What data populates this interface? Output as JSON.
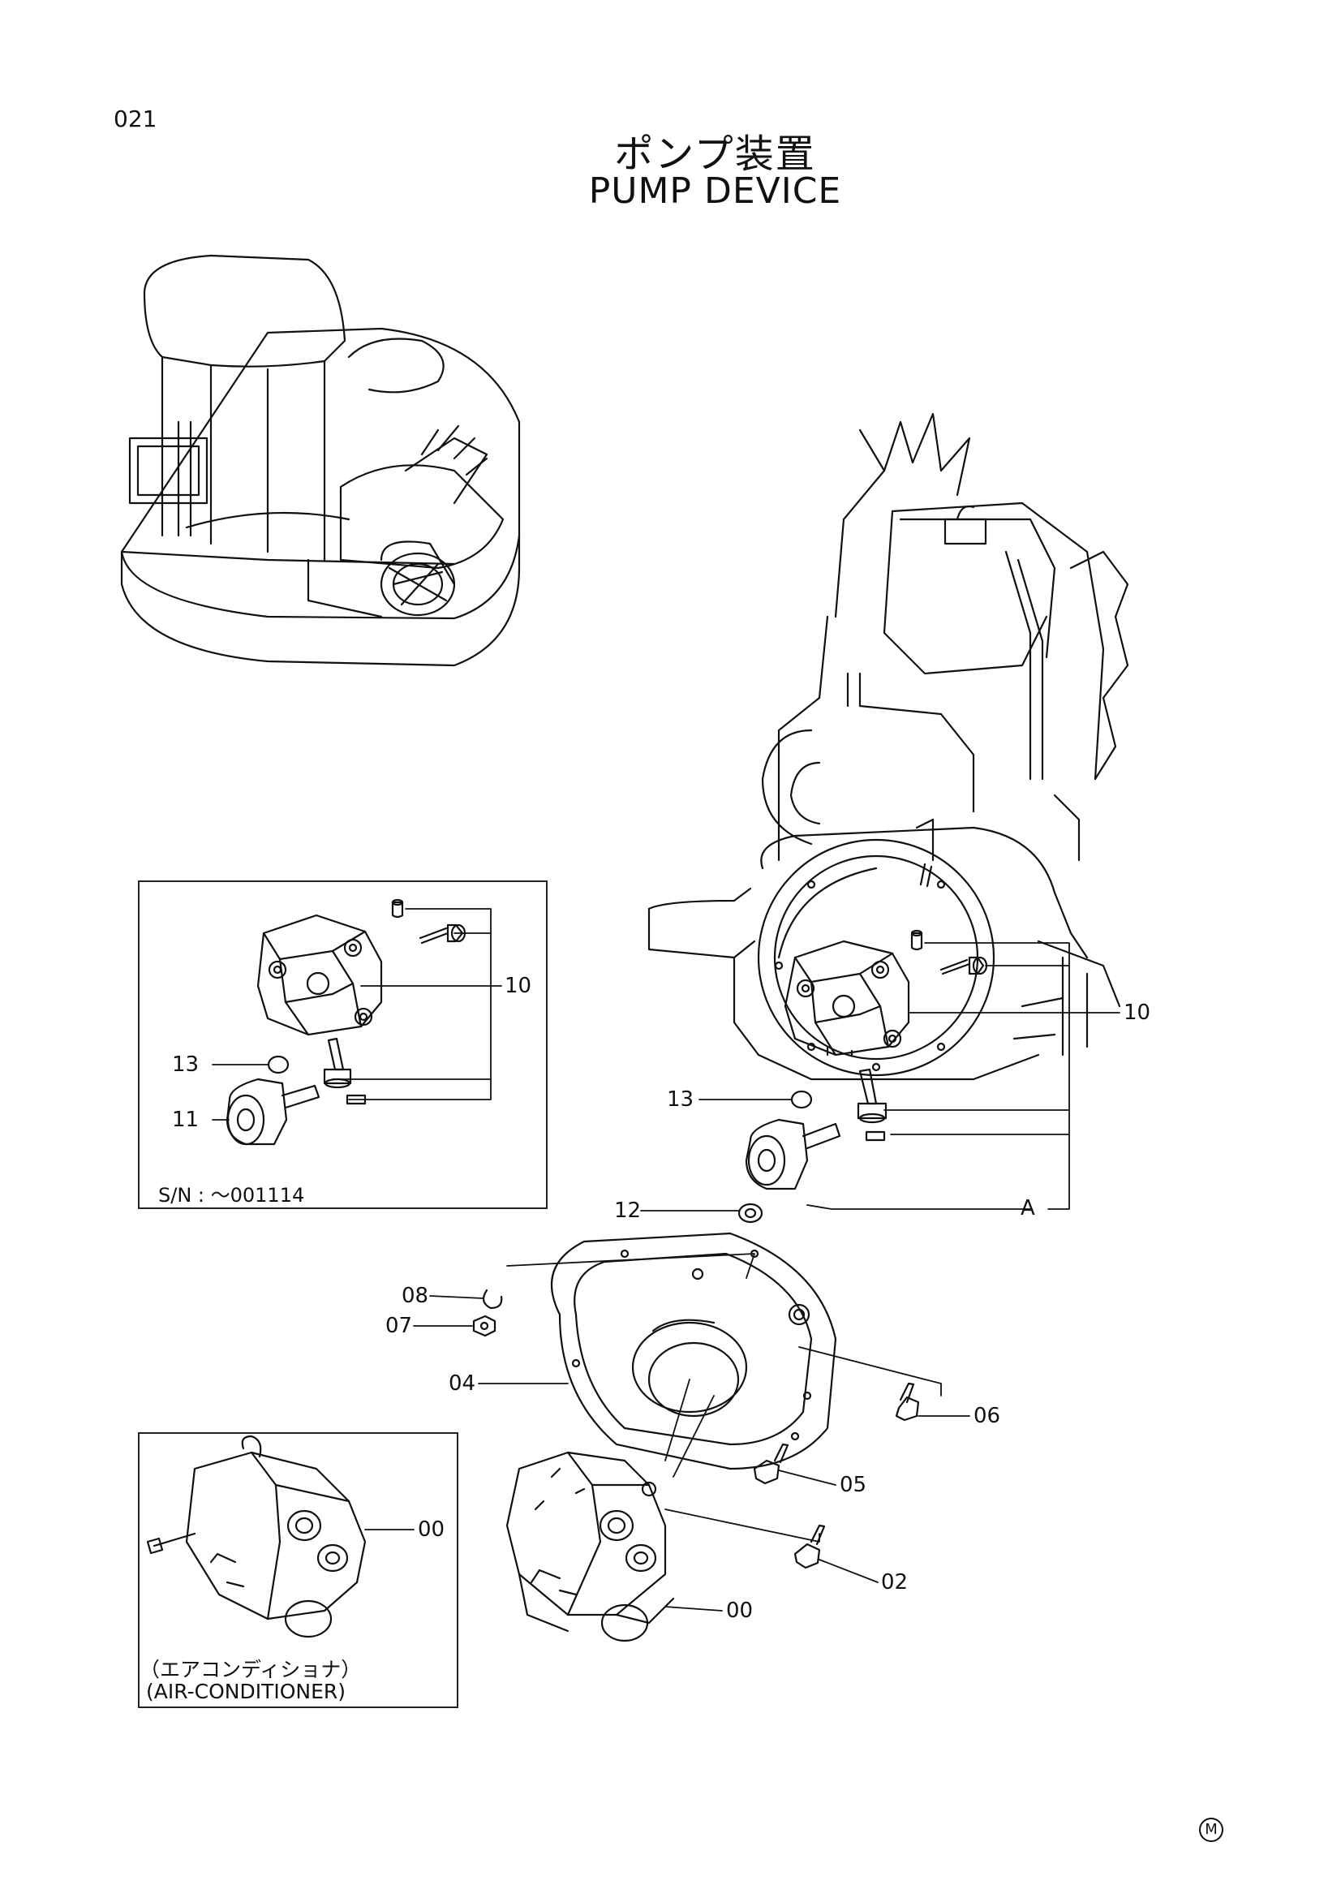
{
  "page": {
    "number": "021",
    "title_jp": "ポンプ装置",
    "title_en": "PUMP DEVICE",
    "corner_mark": "M"
  },
  "inset_coupling": {
    "serial_note": "S/N : ～001114",
    "callouts": [
      "10",
      "13",
      "11"
    ]
  },
  "inset_aircon": {
    "callout": "00",
    "caption_jp": "（エアコンディショナ）",
    "caption_en": "(AIR-CONDITIONER)"
  },
  "main_callouts": {
    "c10": "10",
    "c13": "13",
    "cA": "A",
    "c12": "12",
    "c08": "08",
    "c07": "07",
    "c04": "04",
    "c06": "06",
    "c05": "05",
    "c02": "02",
    "c00": "00"
  },
  "colors": {
    "line": "#111111",
    "background": "#ffffff"
  }
}
